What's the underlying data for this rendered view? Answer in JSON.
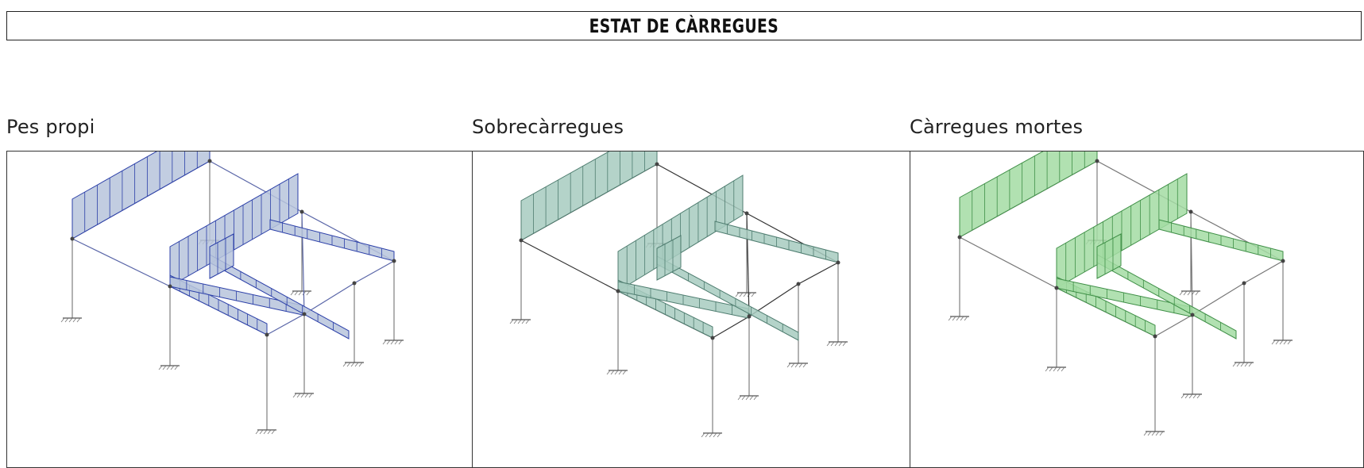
{
  "header": {
    "title": "ESTAT DE CÀRREGUES"
  },
  "panels": [
    {
      "label": "Pes propi",
      "fill": "#b7c4dc",
      "stroke": "#2b3fa8",
      "frame": "#5a66a8"
    },
    {
      "label": "Sobrecàrregues",
      "fill": "#a7cbbf",
      "stroke": "#4f7d70",
      "frame": "#333333"
    },
    {
      "label": "Càrregues mortes",
      "fill": "#a3dca3",
      "stroke": "#3f8f47",
      "frame": "#777777"
    }
  ]
}
